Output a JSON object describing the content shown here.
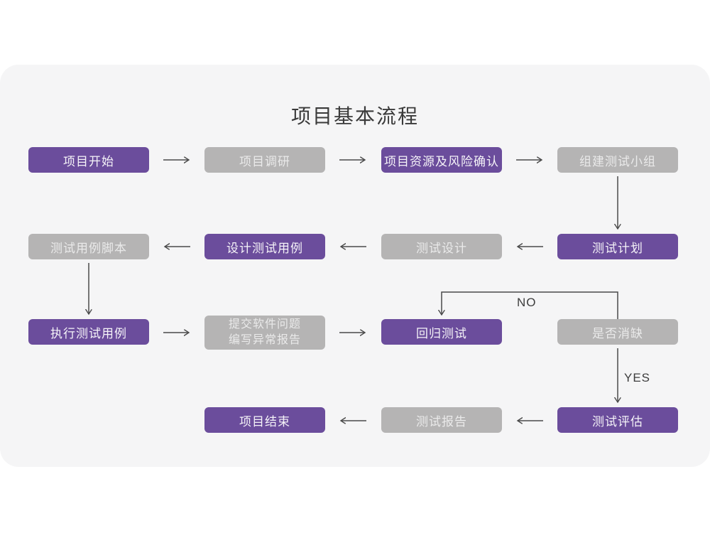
{
  "title": "项目基本流程",
  "colors": {
    "accent": "#6b4d9c",
    "muted": "#b5b4b4",
    "card_bg": "#f5f5f6",
    "arrow": "#4a4a4a",
    "title_color": "#3a3a3a"
  },
  "decision_labels": {
    "no": "NO",
    "yes": "YES"
  },
  "nodes": [
    {
      "label": "项目开始",
      "variant": "primary"
    },
    {
      "label": "项目调研",
      "variant": "muted"
    },
    {
      "label": "项目资源及风险确认",
      "variant": "primary"
    },
    {
      "label": "组建测试小组",
      "variant": "muted"
    },
    {
      "label": "测试计划",
      "variant": "primary"
    },
    {
      "label": "测试设计",
      "variant": "muted"
    },
    {
      "label": "设计测试用例",
      "variant": "primary"
    },
    {
      "label": "测试用例脚本",
      "variant": "muted"
    },
    {
      "label": "执行测试用例",
      "variant": "primary"
    },
    {
      "label_lines": [
        "提交软件问题",
        "编写异常报告"
      ],
      "variant": "muted"
    },
    {
      "label": "回归测试",
      "variant": "primary"
    },
    {
      "label": "是否消缺",
      "variant": "muted"
    },
    {
      "label": "测试评估",
      "variant": "primary"
    },
    {
      "label": "测试报告",
      "variant": "muted"
    },
    {
      "label": "项目结束",
      "variant": "primary"
    }
  ]
}
